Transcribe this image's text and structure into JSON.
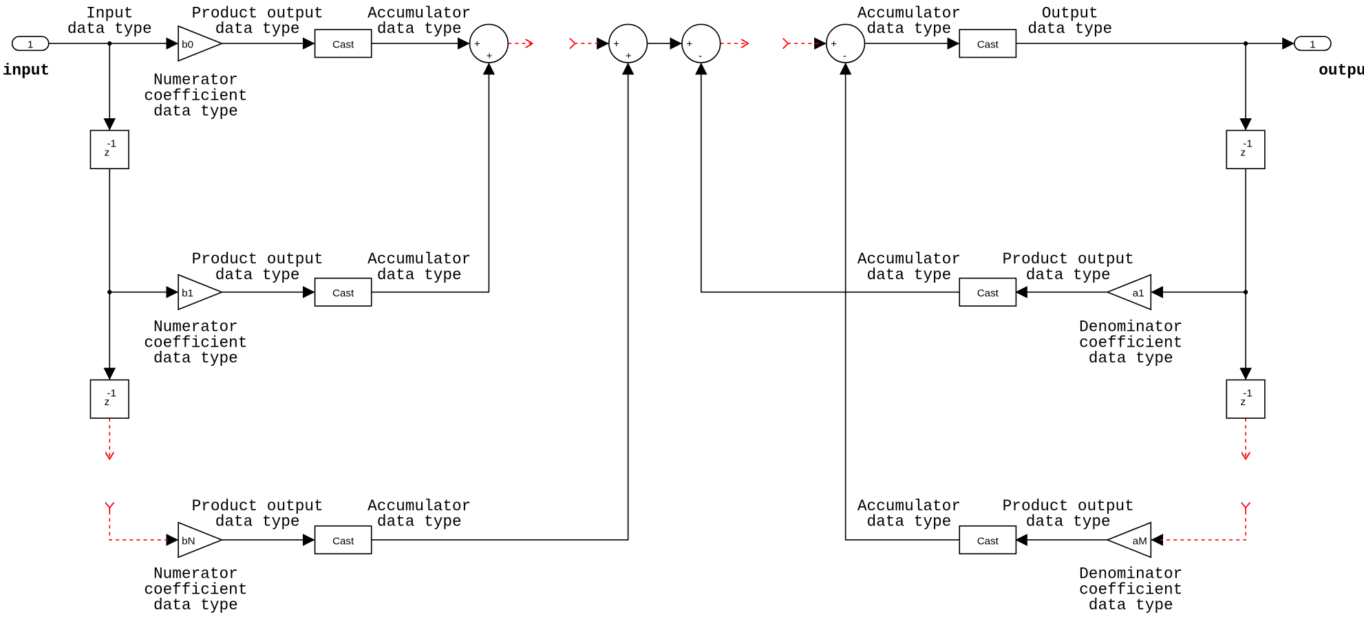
{
  "ports": {
    "input": {
      "number": "1",
      "label": "input"
    },
    "output": {
      "number": "1",
      "label": "output"
    }
  },
  "gains": {
    "b0": "b0",
    "b1": "b1",
    "bN": "bN",
    "a1": "a1",
    "aM": "aM"
  },
  "cast_label": "Cast",
  "delay": {
    "base": "z",
    "exponent": "-1"
  },
  "sum_signs": {
    "plus": "+",
    "minus": "-"
  },
  "annotations": {
    "input_data_type": [
      "Input",
      "data type"
    ],
    "product_output_data_type": [
      "Product output",
      "data type"
    ],
    "accumulator_data_type": [
      "Accumulator",
      "data type"
    ],
    "output_data_type": [
      "Output",
      "data type"
    ],
    "numerator_coefficient_data_type": [
      "Numerator",
      "coefficient",
      "data type"
    ],
    "denominator_coefficient_data_type": [
      "Denominator",
      "coefficient",
      "data type"
    ]
  },
  "colors": {
    "signal_line": "#000000",
    "continuation": "#ff0000"
  }
}
